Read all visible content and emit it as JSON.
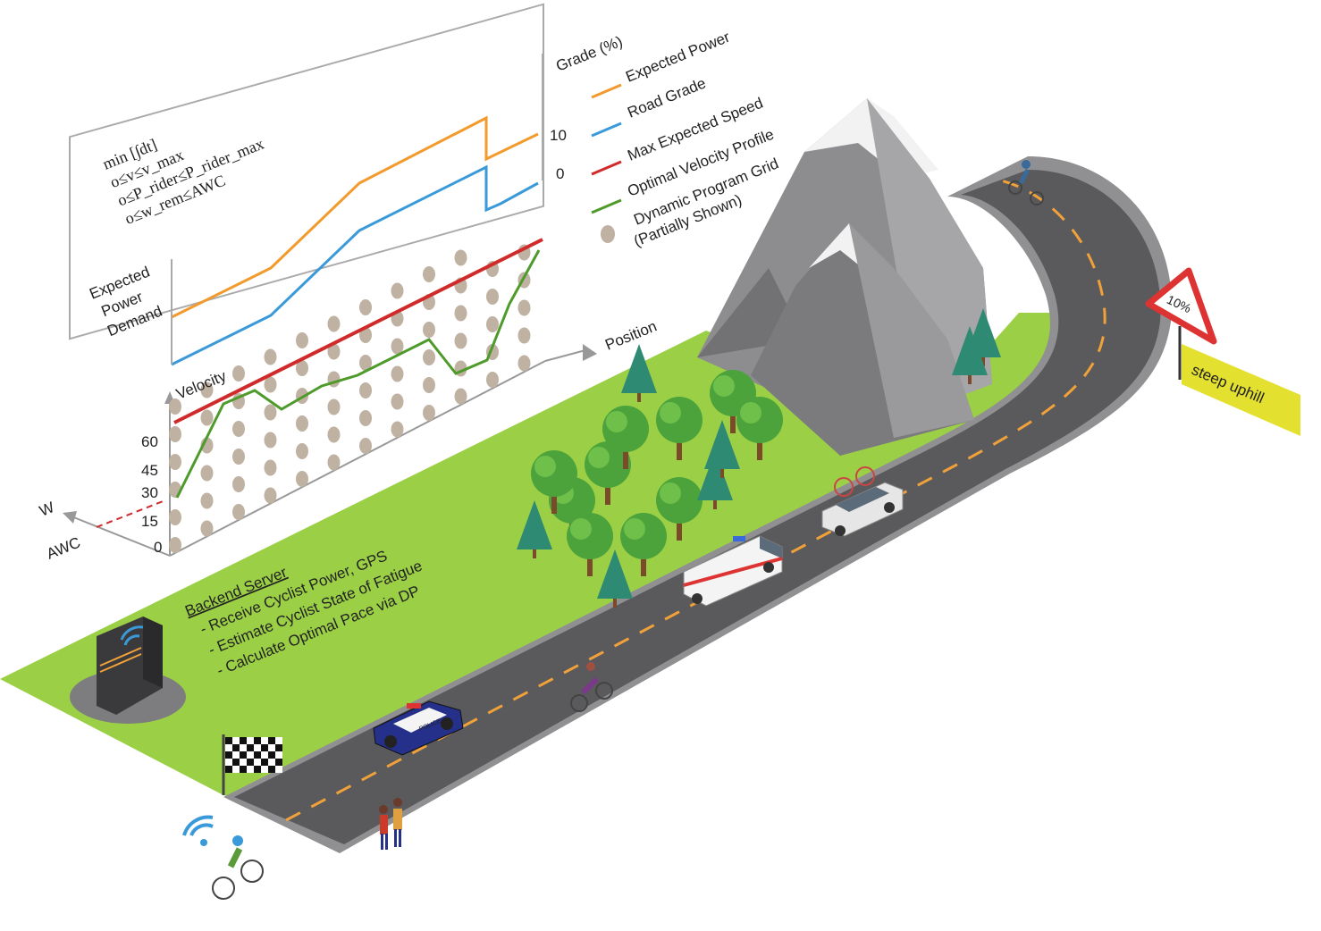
{
  "constraints": {
    "objective": "min [∫dt]",
    "c1": "o≤v≤v_max",
    "c2": "o≤P_rider≤P_rider_max",
    "c3": "o≤w_rem≤AWC"
  },
  "panel": {
    "grade_label": "Grade (%)",
    "grade_ticks": [
      "10",
      "0"
    ],
    "power_label": [
      "Expected",
      "Power",
      "Demand"
    ]
  },
  "legend": [
    {
      "label": "Expected Power",
      "color": "#f39a2c"
    },
    {
      "label": "Road Grade",
      "color": "#3a9ad9"
    },
    {
      "label": "Max Expected Speed",
      "color": "#d02a2a"
    },
    {
      "label": "Optimal Velocity Profile",
      "color": "#4e9a2a"
    },
    {
      "label": "Dynamic Program Grid",
      "color": "#bfb2a2"
    },
    {
      "label": "(Partially Shown)",
      "color": "#bfb2a2"
    }
  ],
  "axes": {
    "velocity": "Velocity",
    "position": "Position",
    "w": "W",
    "awc": "AWC",
    "w_ticks": [
      "60",
      "45",
      "30",
      "15",
      "0"
    ]
  },
  "backend": {
    "title": "Backend Server",
    "items": [
      "- Receive Cyclist Power, GPS",
      "- Estimate Cyclist State of Fatigue",
      "- Calculate Optimal Pace via DP"
    ]
  },
  "sign": {
    "grade": "10%",
    "caption": "steep uphill"
  },
  "vehicles": {
    "police": "POLICE"
  },
  "colors": {
    "grass": "#9bd046",
    "road": "#5a5a5c",
    "road_edge": "#8e8e90",
    "lane": "#f0a13a",
    "mountain": "#8d8d8f",
    "snow": "#f2f2f2",
    "tree": "#4ca33b",
    "pine": "#2f8a73",
    "sign_yellow": "#e4e02f",
    "wifi": "#3a9ad9"
  }
}
